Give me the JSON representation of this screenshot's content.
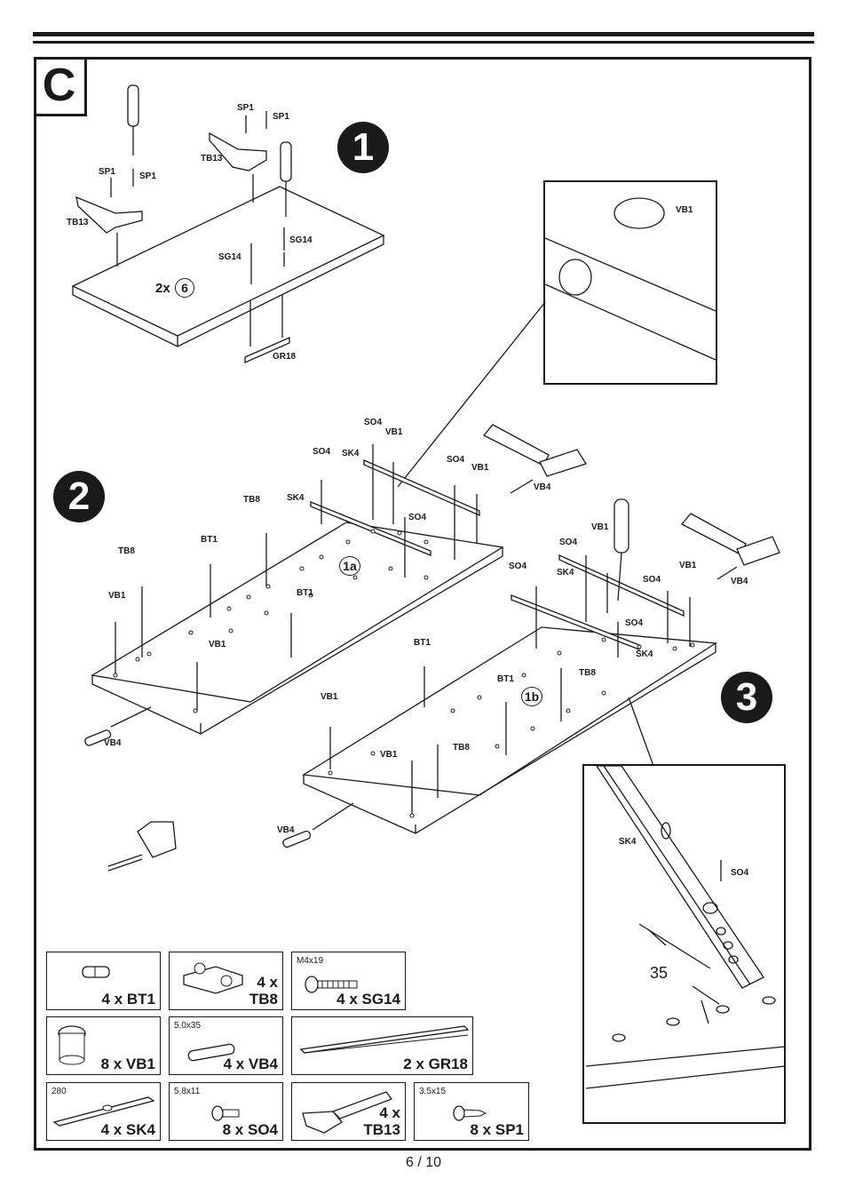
{
  "section": "C",
  "steps": [
    "1",
    "2",
    "3"
  ],
  "step1": {
    "qty_prefix": "2x",
    "qty_circle": "6",
    "labels": {
      "sp1": "SP1",
      "tb13": "TB13",
      "sg14": "SG14",
      "gr18": "GR18"
    }
  },
  "zoom1": {
    "label": "VB1"
  },
  "step2": {
    "panel_a": "1a",
    "panel_b": "1b",
    "labels": {
      "so4": "SO4",
      "vb1": "VB1",
      "sk4": "SK4",
      "tb8": "TB8",
      "bt1": "BT1",
      "vb4": "VB4"
    }
  },
  "zoom3": {
    "sk4": "SK4",
    "so4": "SO4",
    "measure": "35"
  },
  "parts": [
    {
      "count": "4 x BT1",
      "dim": "",
      "icon": "dowel-pin-icon"
    },
    {
      "count_line1": "4 x",
      "count_line2": "TB8",
      "dim": "",
      "icon": "connector-bracket-icon"
    },
    {
      "count": "4 x SG14",
      "dim": "M4x19",
      "icon": "machine-screw-icon"
    },
    {
      "count": "8 x VB1",
      "dim": "",
      "icon": "cam-lock-icon"
    },
    {
      "count": "4 x VB4",
      "dim": "5,0x35",
      "icon": "wood-dowel-icon"
    },
    {
      "count": "2 x GR18",
      "dim": "",
      "icon": "handle-rail-icon"
    },
    {
      "count": "4 x SK4",
      "dim": "280",
      "icon": "drawer-slide-icon"
    },
    {
      "count": "8 x SO4",
      "dim": "5,8x11",
      "icon": "short-screw-icon"
    },
    {
      "count_line1": "4 x",
      "count_line2": "TB13",
      "dim": "",
      "icon": "hinge-icon"
    },
    {
      "count": "8 x SP1",
      "dim": "3,5x15",
      "icon": "wood-screw-icon"
    }
  ],
  "page": "6 / 10"
}
